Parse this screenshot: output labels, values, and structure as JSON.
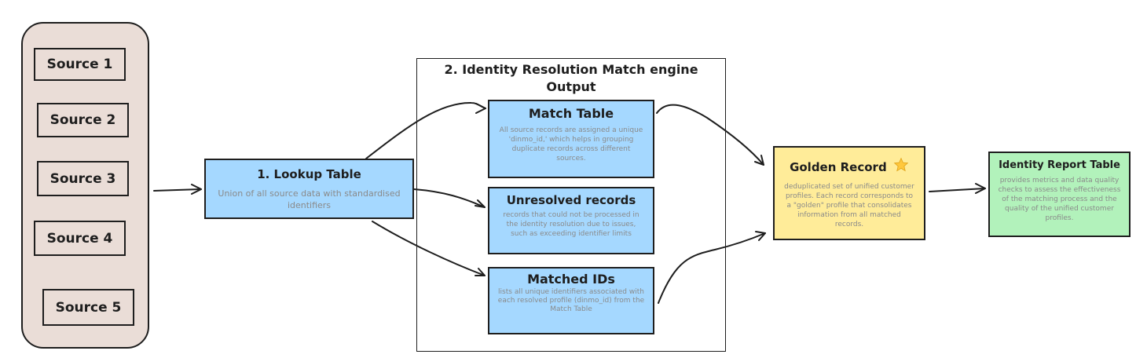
{
  "sources": {
    "items": [
      {
        "label": "Source 1"
      },
      {
        "label": "Source 2"
      },
      {
        "label": "Source 3"
      },
      {
        "label": "Source 4"
      },
      {
        "label": "Source 5"
      }
    ]
  },
  "lookup": {
    "title": "1. Lookup Table",
    "description": "Union of all source data with standardised identifiers"
  },
  "engine": {
    "title": "2. Identity Resolution Match engine Output"
  },
  "match_table": {
    "title": "Match Table",
    "description": "All source records are assigned a unique 'dinmo_id,' which helps in grouping duplicate records across different sources."
  },
  "unresolved": {
    "title": "Unresolved records",
    "description": "records that could not be processed in the identity resolution due to issues, such as exceeding identifier limits"
  },
  "matched_ids": {
    "title": "Matched IDs",
    "description": "lists all unique identifiers associated with each resolved profile (dinmo_id) from the Match Table"
  },
  "golden": {
    "title": "Golden Record",
    "icon": "star-icon",
    "description": "deduplicated set of unified customer profiles. Each record corresponds to a \"golden\" profile that consolidates information from all matched records."
  },
  "report": {
    "title": "Identity Report Table",
    "description": "provides metrics and data quality checks to assess the effectiveness of the matching process and the quality of the unified customer profiles."
  },
  "colors": {
    "sources_bg": "#eaddd7",
    "blue": "#a5d8ff",
    "yellow": "#ffec99",
    "green": "#b2f2bb",
    "stroke": "#1e1e1e",
    "muted_text": "#8a8a8a"
  }
}
